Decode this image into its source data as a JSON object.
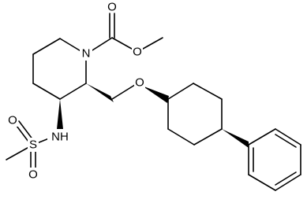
{
  "atoms": {
    "carbonyl_oxygen": "O",
    "ester_oxygen": "O",
    "ring_nitrogen": "N",
    "ether_oxygen": "O",
    "amine": "NH",
    "sulfur": "S",
    "sulfonyl_oxygen_top": "O",
    "sulfonyl_oxygen_bottom": "O"
  },
  "colors": {
    "ink": "#000000",
    "background": "#ffffff"
  }
}
